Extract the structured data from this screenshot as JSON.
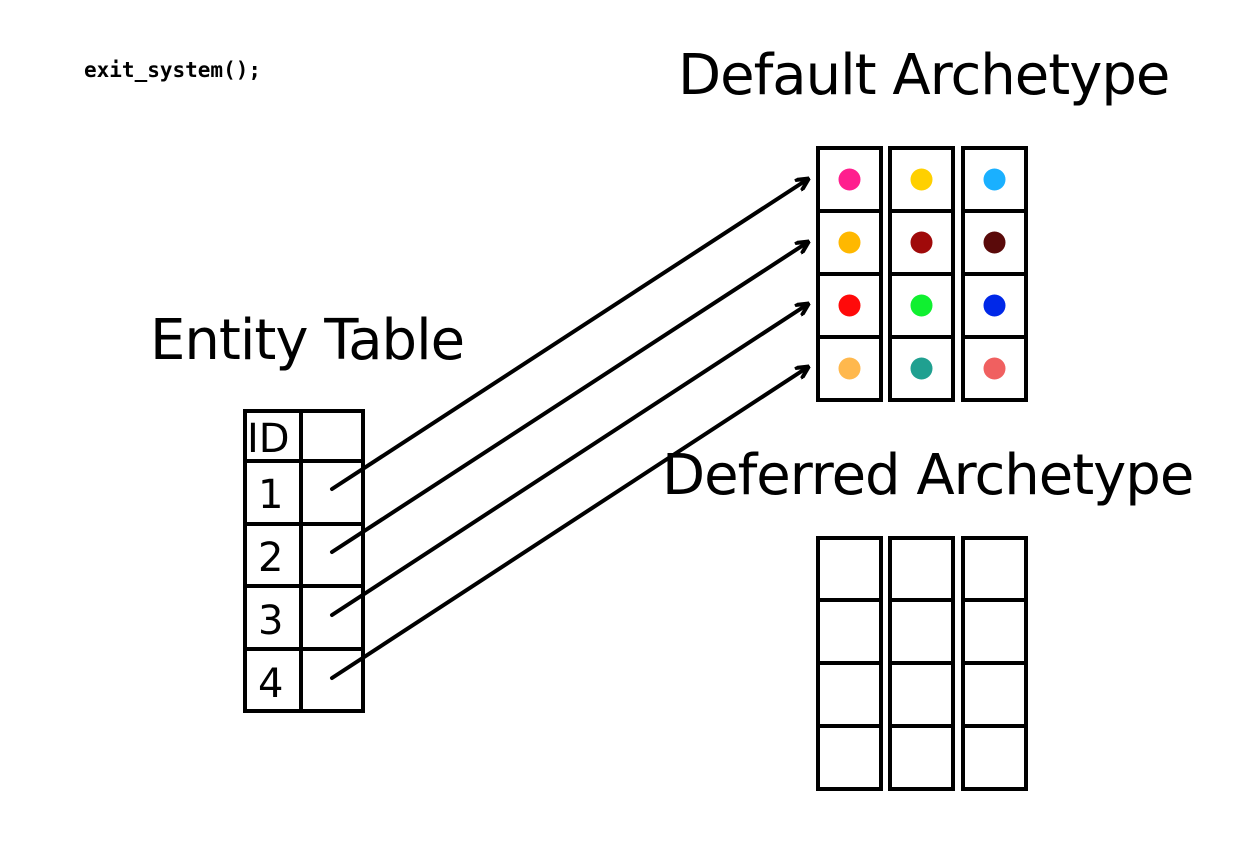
{
  "code_line": "exit_system();",
  "titles": {
    "default_archetype": "Default Archetype",
    "entity_table": "Entity Table",
    "deferred_archetype": "Deferred Archetype"
  },
  "entity_table": {
    "header": "ID",
    "rows": [
      "1",
      "2",
      "3",
      "4"
    ]
  },
  "default_archetype": {
    "rows": [
      [
        "#ff1f8e",
        "#ffd000",
        "#1ab0ff"
      ],
      [
        "#ffb800",
        "#a00a0a",
        "#5a0a0a"
      ],
      [
        "#ff0a0a",
        "#10f030",
        "#0028e8"
      ],
      [
        "#ffb84d",
        "#20a090",
        "#f06060"
      ]
    ]
  },
  "deferred_archetype": {
    "rows": 4,
    "columns": 3
  },
  "pointers": [
    {
      "from_row": 1,
      "to_row": 1
    },
    {
      "from_row": 2,
      "to_row": 2
    },
    {
      "from_row": 3,
      "to_row": 3
    },
    {
      "from_row": 4,
      "to_row": 4
    }
  ]
}
